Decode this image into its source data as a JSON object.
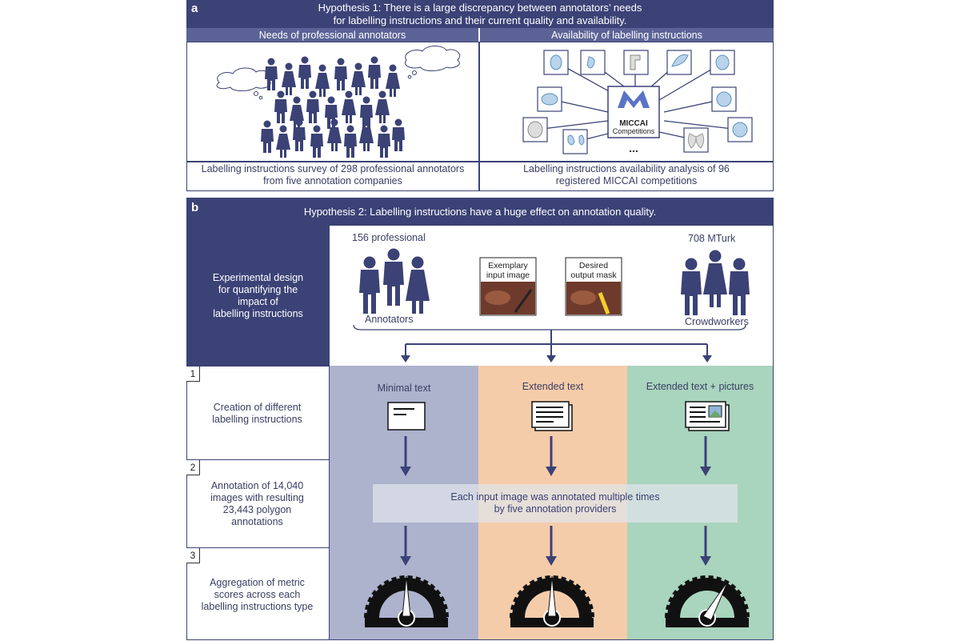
{
  "panel_a": {
    "letter": "a",
    "hypothesis_line1": "Hypothesis 1: There is a large discrepancy between annotators’ needs",
    "hypothesis_line2": "for labelling instructions and their current quality and availability.",
    "left_header": "Needs of professional annotators",
    "right_header": "Availability of labelling instructions",
    "left_caption_line1": "Labelling instructions survey of 298 professional annotators",
    "left_caption_line2": "from five annotation companies",
    "right_caption_line1": "Labelling instructions availability analysis of 96",
    "right_caption_line2": "registered MICCAI competitions",
    "logo_name": "MICCAI",
    "logo_sub": "Competitions",
    "ellipsis": "..."
  },
  "panel_b": {
    "letter": "b",
    "hypothesis": "Hypothesis 2: Labelling instructions have a huge effect on annotation quality.",
    "design_text": [
      "Experimental design",
      "for quantifying the",
      "impact of",
      "labelling instructions"
    ],
    "professional_count": "156 professional",
    "professional_label": "Annotators",
    "mturk_count": "708 MTurk",
    "mturk_label": "Crowdworkers",
    "input_image_label": [
      "Exemplary",
      "input image"
    ],
    "output_mask_label": [
      "Desired",
      "output mask"
    ],
    "steps": [
      {
        "num": "1",
        "text": [
          "Creation of different",
          "labelling instructions"
        ]
      },
      {
        "num": "2",
        "text": [
          "Annotation of 14,040",
          "images with resulting",
          "23,443 polygon",
          "annotations"
        ]
      },
      {
        "num": "3",
        "text": [
          "Aggregation of metric",
          "scores across each",
          "labelling instructions type"
        ]
      }
    ],
    "columns": [
      {
        "title": "Minimal text",
        "color": "#adb2cd"
      },
      {
        "title": "Extended text",
        "color": "#f5ccaa"
      },
      {
        "title": "Extended text + pictures",
        "color": "#a9d4bd"
      }
    ],
    "overlay_line1": "Each input image was annotated multiple times",
    "overlay_line2": "by five annotation providers"
  }
}
